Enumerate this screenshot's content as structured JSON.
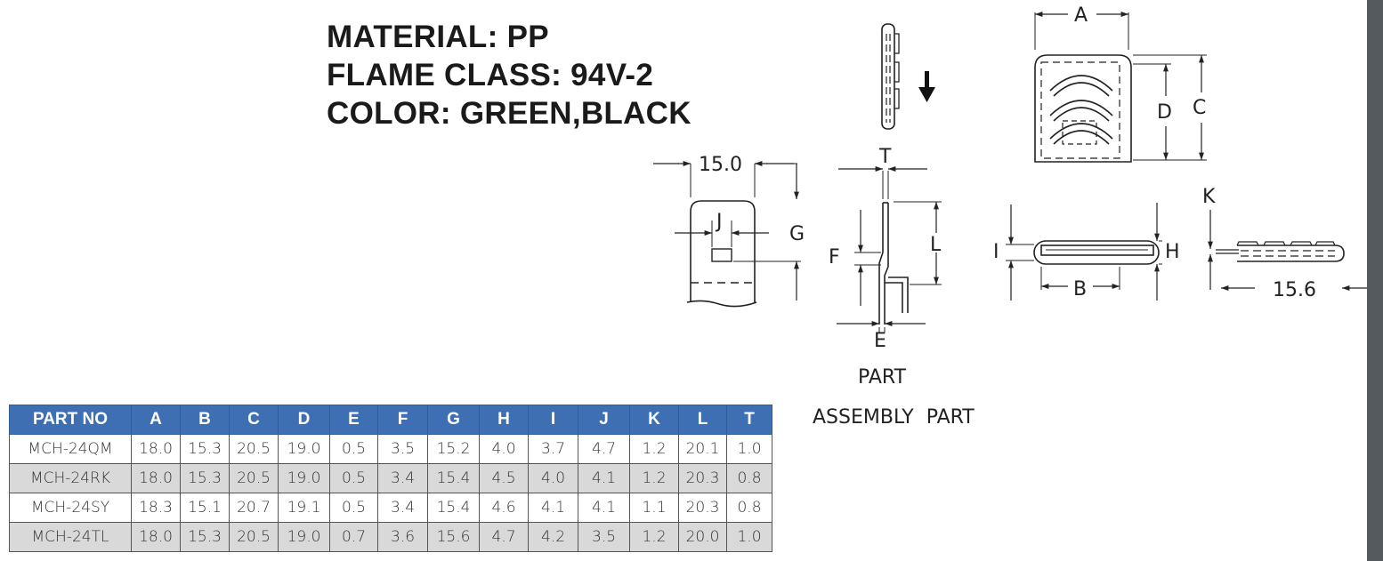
{
  "specs": {
    "material": "MATERIAL: PP",
    "flame_class": "FLAME CLASS: 94V-2",
    "color": "COLOR:  GREEN,BLACK"
  },
  "labels": {
    "A": "A",
    "B": "B",
    "C": "C",
    "D": "D",
    "E": "E",
    "F": "F",
    "G": "G",
    "H": "H",
    "I": "I",
    "J": "J",
    "K": "K",
    "L": "L",
    "T": "T",
    "width_150": "15.0",
    "width_156": "15.6",
    "part": "PART",
    "assembly_part": "ASSEMBLY  PART"
  },
  "table": {
    "headers": [
      "PART NO",
      "A",
      "B",
      "C",
      "D",
      "E",
      "F",
      "G",
      "H",
      "I",
      "J",
      "K",
      "L",
      "T"
    ],
    "rows": [
      [
        "MCH-24QM",
        "18.0",
        "15.3",
        "20.5",
        "19.0",
        "0.5",
        "3.5",
        "15.2",
        "4.0",
        "3.7",
        "4.7",
        "1.2",
        "20.1",
        "1.0"
      ],
      [
        "MCH-24RK",
        "18.0",
        "15.3",
        "20.5",
        "19.0",
        "0.5",
        "3.4",
        "15.4",
        "4.5",
        "4.0",
        "4.1",
        "1.2",
        "20.3",
        "0.8"
      ],
      [
        "MCH-24SY",
        "18.3",
        "15.1",
        "20.7",
        "19.1",
        "0.5",
        "3.4",
        "15.4",
        "4.6",
        "4.1",
        "4.1",
        "1.1",
        "20.3",
        "0.8"
      ],
      [
        "MCH-24TL",
        "18.0",
        "15.3",
        "20.5",
        "19.0",
        "0.7",
        "3.6",
        "15.6",
        "4.7",
        "4.2",
        "3.5",
        "1.2",
        "20.0",
        "1.0"
      ]
    ]
  }
}
